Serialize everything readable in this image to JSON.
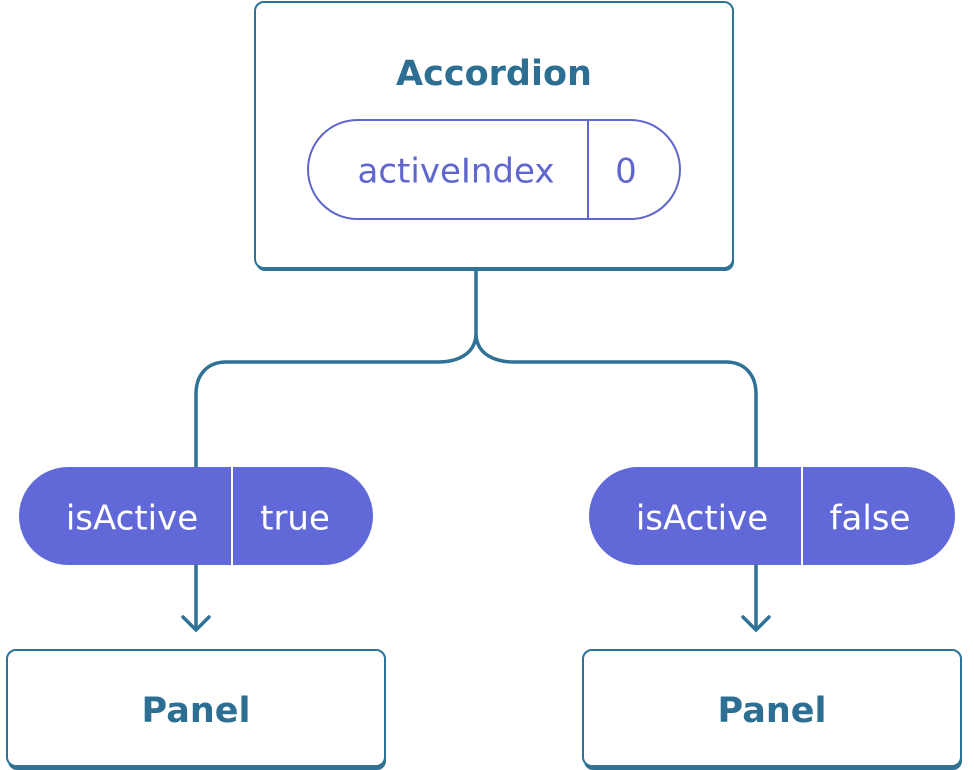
{
  "accordion": {
    "title": "Accordion",
    "state": {
      "name": "activeIndex",
      "value": "0"
    }
  },
  "panels": [
    {
      "title": "Panel",
      "prop": {
        "name": "isActive",
        "value": "true"
      }
    },
    {
      "title": "Panel",
      "prop": {
        "name": "isActive",
        "value": "false"
      }
    }
  ],
  "colors": {
    "box_border": "#2f7296",
    "box_shadow": "#2f7296",
    "connector": "#2f7296",
    "text_dark": "#2d6f93",
    "state_outline": "#5f66ce",
    "pill_fill": "#6169d8",
    "pill_text": "#ffffff",
    "background": "#ffffff"
  }
}
